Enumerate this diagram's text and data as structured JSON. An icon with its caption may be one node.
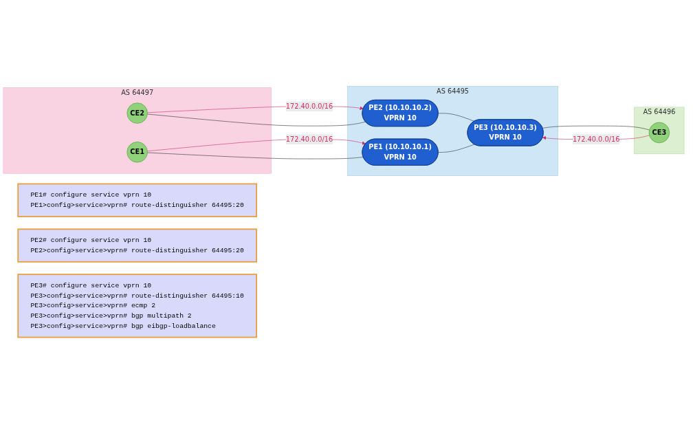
{
  "diagram": {
    "nodes": [
      {
        "text": [
          "AS 64497"
        ]
      },
      {
        "text": [
          "CE2"
        ],
        "in": 0
      },
      {
        "text": [
          "CE1"
        ],
        "in": 0
      },
      {
        "text": [
          "AS 64495"
        ]
      },
      {
        "text": [
          "PE2 (10.10.10.2)",
          "VPRN 10"
        ],
        "in": 3
      },
      {
        "text": [
          "PE1 (10.10.10.1)",
          "VPRN 10"
        ],
        "in": 3
      },
      {
        "text": [
          "PE3 (10.10.10.3)",
          "VPRN 10"
        ],
        "in": 3
      },
      {
        "text": [
          "AS 64496"
        ]
      },
      {
        "text": [
          "CE3"
        ],
        "in": 7
      },
      {
        "text": [
          "PE1# configure service vprn 10",
          "PE1>config>service>vprn# route-distinguisher 64495:20"
        ]
      },
      {
        "text": [
          "PE2# configure service vprn 10",
          "PE2>config>service>vprn# route-distinguisher 64495:20"
        ]
      },
      {
        "text": [
          "PE3# configure service vprn 10",
          "PE3>config>service>vprn# route-distinguisher 64495:10",
          "PE3>config>service>vprn# ecmp 2",
          "PE3>config>service>vprn# bgp multipath 2",
          "PE3>config>service>vprn# bgp eibgp-loadbalance"
        ]
      }
    ],
    "edges": [
      {
        "from": 1,
        "to": 4,
        "arrow": "to",
        "label": "172.40.0.0/16",
        "color": "#d0306a"
      },
      {
        "from": 1,
        "to": 4,
        "arrow": "none"
      },
      {
        "from": 2,
        "to": 5,
        "arrow": "to",
        "label": "172.40.0.0/16",
        "color": "#d0306a"
      },
      {
        "from": 2,
        "to": 5,
        "arrow": "none"
      },
      {
        "from": 4,
        "to": 6,
        "arrow": "none"
      },
      {
        "from": 5,
        "to": 6,
        "arrow": "none"
      },
      {
        "from": 6,
        "to": 8,
        "arrow": "none"
      },
      {
        "from": 8,
        "to": 6,
        "arrow": "to",
        "label": "172.40.0.0/16",
        "color": "#d0306a"
      }
    ]
  }
}
